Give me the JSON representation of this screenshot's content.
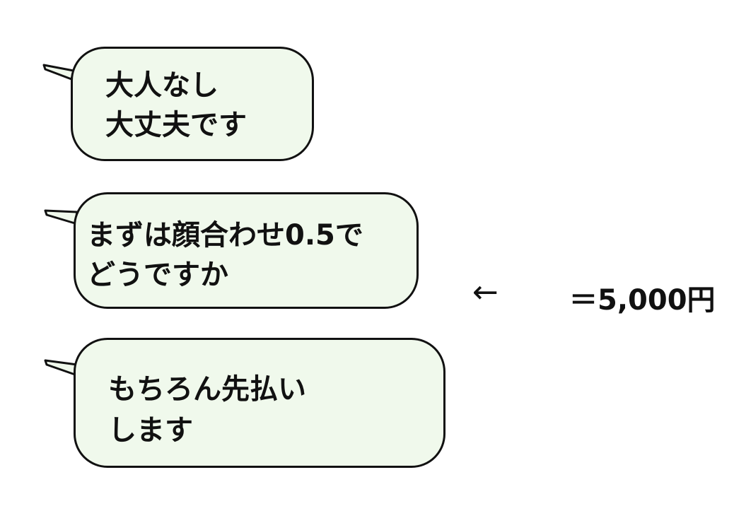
{
  "bubbles": [
    {
      "lines": [
        "大人なし",
        "大丈夫です"
      ]
    },
    {
      "lines": [
        "まずは顔合わせ0.5で",
        "どうですか"
      ]
    },
    {
      "lines": [
        "もちろん先払い",
        "します"
      ]
    }
  ],
  "annotation": {
    "arrow": "←",
    "price": "＝5,000円"
  },
  "colors": {
    "bubble_fill": "#f0f9ec",
    "outline": "#111111"
  }
}
